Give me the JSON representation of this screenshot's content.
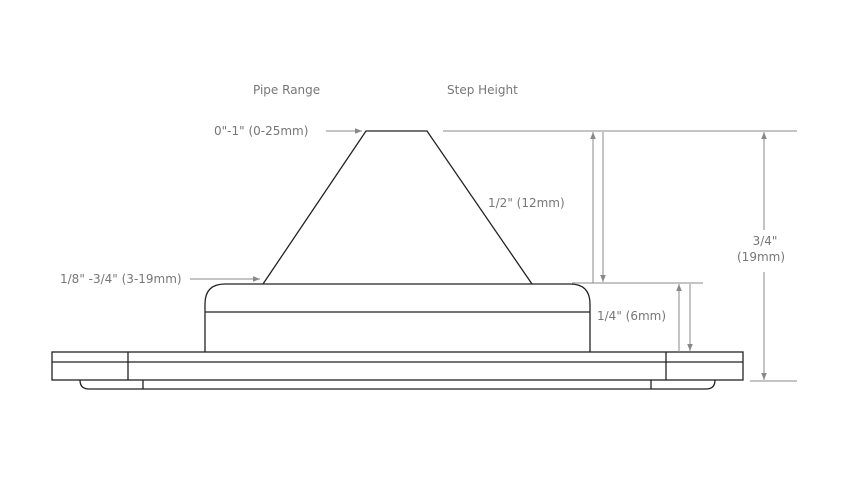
{
  "headings": {
    "pipe_range": "Pipe Range",
    "step_height": "Step Height"
  },
  "labels": {
    "top_range": "0\"-1\" (0-25mm)",
    "bottom_range": "1/8\" -3/4\" (3-19mm)",
    "cone_height": "1/2\" (12mm)",
    "step_height": "1/4\" (6mm)",
    "total_height_in": "3/4\"",
    "total_height_mm": "(19mm)"
  },
  "colors": {
    "outline": "#222222",
    "dimension": "#888888",
    "text": "#777777"
  }
}
